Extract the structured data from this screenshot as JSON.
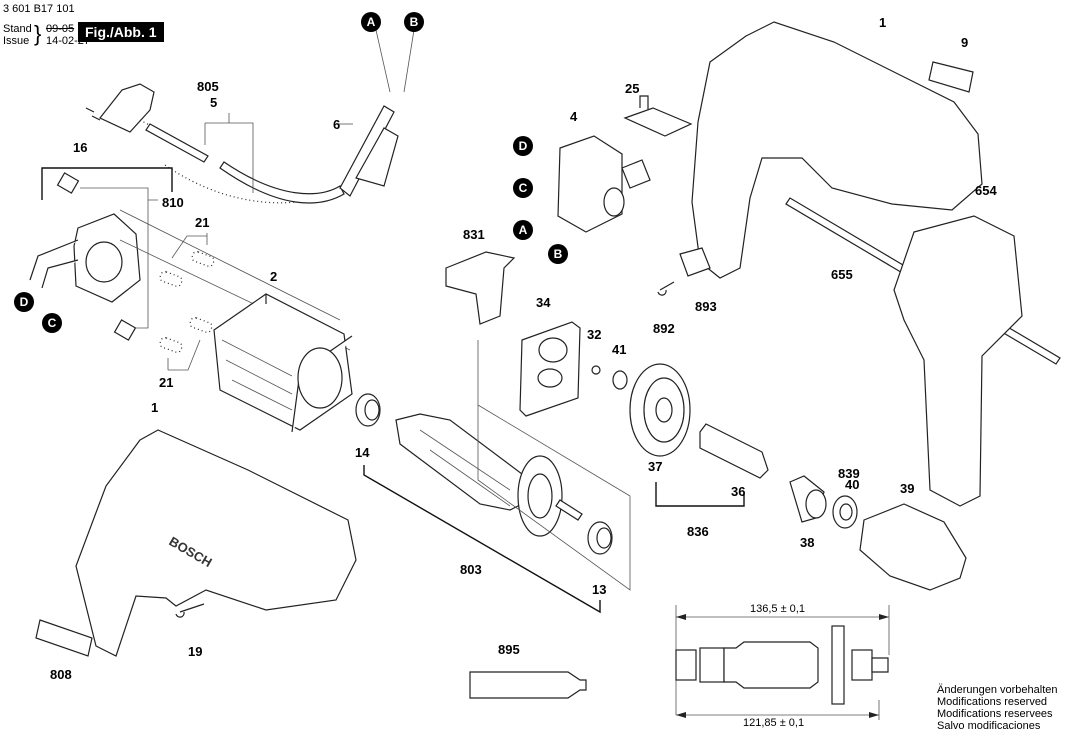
{
  "header": {
    "doc_number": "3 601 B17 101",
    "stand_label": "Stand",
    "issue_label": "Issue",
    "stand_date": "09-05",
    "issue_date": "14-02-27",
    "figure_label": "Fig./Abb. 1"
  },
  "connectors": {
    "A": "A",
    "B": "B",
    "C": "C",
    "D": "D"
  },
  "parts": {
    "p1_housing": "1",
    "p1_housing_half": "1",
    "p2": "2",
    "p4": "4",
    "p5": "5",
    "p6": "6",
    "p9": "9",
    "p13": "13",
    "p14": "14",
    "p16": "16",
    "p19": "19",
    "p21_top": "21",
    "p21_bottom": "21",
    "p25": "25",
    "p32": "32",
    "p34": "34",
    "p36": "36",
    "p37": "37",
    "p38": "38",
    "p39": "39",
    "p40": "40",
    "p41": "41",
    "p654": "654",
    "p655": "655",
    "p803": "803",
    "p805": "805",
    "p808": "808",
    "p810": "810",
    "p831": "831",
    "p836": "836",
    "p839": "839",
    "p892": "892",
    "p893": "893",
    "p895": "895"
  },
  "dimensions": {
    "overall_length": "136,5 ± 0,1",
    "inner_length": "121,85 ± 0,1"
  },
  "brand_text": "BOSCH",
  "notes": [
    "Änderungen vorbehalten",
    "Modifications reserved",
    "Modifications reservees",
    "Salvo modificaciones"
  ]
}
